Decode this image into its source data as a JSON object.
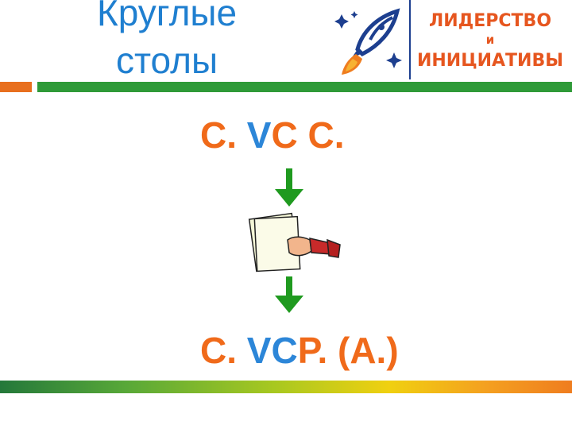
{
  "title_line1": "Круглые",
  "title_line2": "столы",
  "logo": {
    "icon": "rocket-icon",
    "line1": "ЛИДЕРСТВО",
    "line2": "и",
    "line3": "ИНИЦИАТИВЫ"
  },
  "formula_top": {
    "c1": "C.",
    "v": "V",
    "c2": "C",
    "c3": "C."
  },
  "formula_bottom": {
    "c1": "C.",
    "v": "V",
    "c2": "C",
    "rest": "P. (A.)"
  },
  "icons": [
    "arrow-down-icon",
    "paper-in-hand-icon",
    "arrow-down-icon"
  ],
  "colors": {
    "orange": "#f06a1a",
    "blue": "#2c86d8",
    "green": "#2f9a38",
    "arrow": "#1f9a1f"
  }
}
